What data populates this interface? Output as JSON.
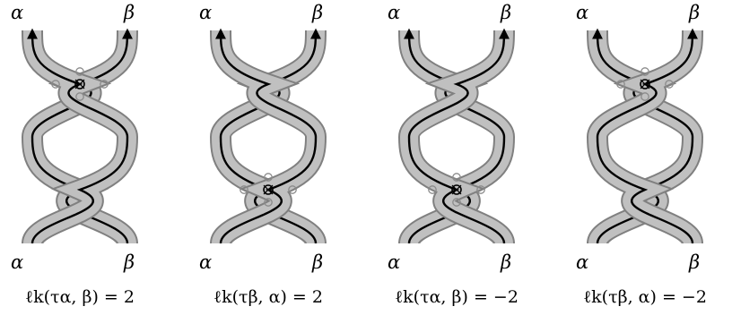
{
  "panels": [
    {
      "top_left": "α",
      "top_right": "β",
      "bottom_left": "α",
      "bottom_right": "β",
      "formula": "ℓk(τα, β) = 2",
      "over_top": "right-to-left",
      "over_bottom": "left-to-right",
      "marked_crossing": "top"
    },
    {
      "top_left": "α",
      "top_right": "β",
      "bottom_left": "α",
      "bottom_right": "β",
      "formula": "ℓk(τβ, α) = 2",
      "over_top": "right-to-left",
      "over_bottom": "left-to-right",
      "marked_crossing": "bottom"
    },
    {
      "top_left": "α",
      "top_right": "β",
      "bottom_left": "α",
      "bottom_right": "β",
      "formula": "ℓk(τα, β) = −2",
      "over_top": "left-to-right",
      "over_bottom": "right-to-left",
      "marked_crossing": "bottom"
    },
    {
      "top_left": "α",
      "top_right": "β",
      "bottom_left": "α",
      "bottom_right": "β",
      "formula": "ℓk(τβ, α) = −2",
      "over_top": "left-to-right",
      "over_bottom": "right-to-left",
      "marked_crossing": "top"
    }
  ],
  "colors": {
    "ribbon_edge": "#808080",
    "ribbon_fill": "#c0c0c0",
    "core_curve": "#000000",
    "marker": "#8a8a8a"
  },
  "icons": [
    "arrowhead-icon",
    "crossing-marker-icon"
  ]
}
